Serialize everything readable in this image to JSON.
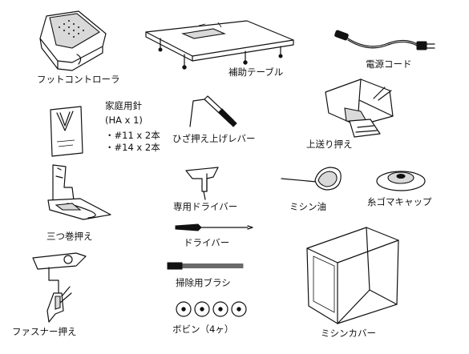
{
  "accessories": {
    "foot_controller": "フットコントローラ",
    "extension_table": "補助テーブル",
    "power_cord": "電源コード",
    "needles": {
      "title": "家庭用針",
      "type": "(HA x 1)",
      "size1": "・#11 x 2本",
      "size2": "・#14 x 2本"
    },
    "knee_lift_lever": "ひざ押え上げレバー",
    "walking_foot": "上送り押え",
    "hemmer_foot": "三つ巻押え",
    "special_screwdriver": "専用ドライバー",
    "oil": "ミシン油",
    "spool_cap": "糸ゴマキャップ",
    "screwdriver": "ドライバー",
    "cleaning_brush": "掃除用ブラシ",
    "zipper_foot": "ファスナー押え",
    "bobbins": "ボビン（4ヶ）",
    "cover": "ミシンカバー"
  }
}
